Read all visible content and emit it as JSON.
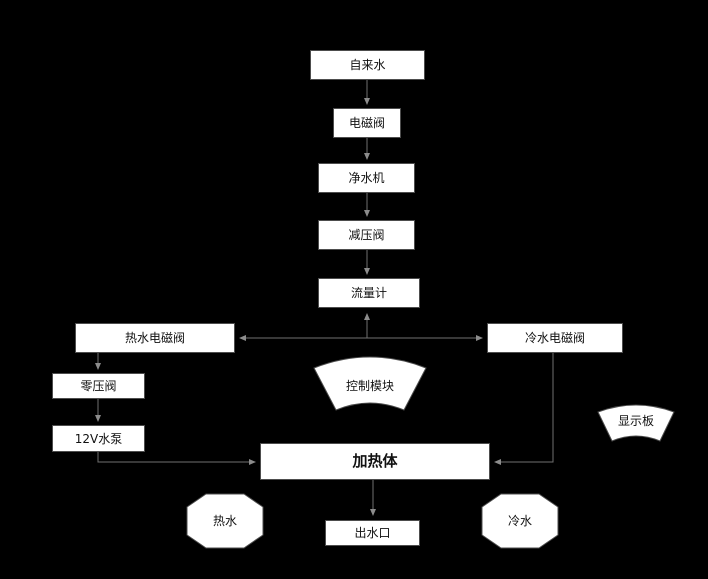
{
  "colors": {
    "background": "#000000",
    "node_fill": "#ffffff",
    "node_border": "#4d4d4d",
    "connector": "#707070",
    "arrowhead": "#8c8c8c",
    "text": "#111111"
  },
  "nodes": {
    "tap_water": "自来水",
    "solenoid_valve": "电磁阀",
    "water_purifier": "净水机",
    "pressure_reducing_valve": "减压阀",
    "flow_meter": "流量计",
    "hot_water_solenoid_valve": "热水电磁阀",
    "cold_water_solenoid_valve": "冷水电磁阀",
    "control_module": "控制模块",
    "display_board": "显示板",
    "zero_pressure_valve": "零压阀",
    "pump_12v": "12V水泵",
    "heater": "加热体",
    "water_outlet": "出水口",
    "hot_water": "热水",
    "cold_water": "冷水"
  }
}
